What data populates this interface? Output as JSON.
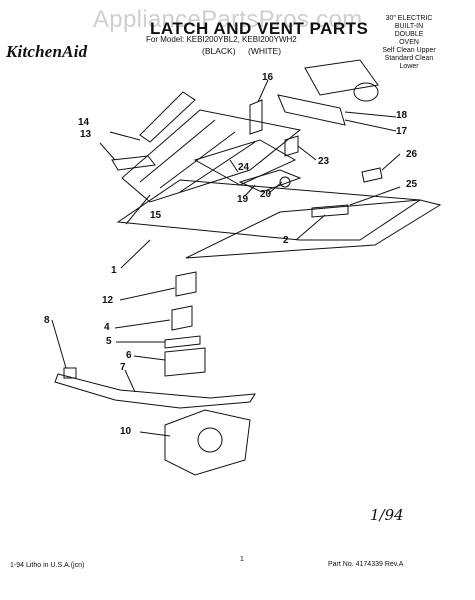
{
  "watermark": "AppliancePartsPros.com",
  "brand": "KitchenAid",
  "title": "LATCH AND VENT PARTS",
  "model_line": "For Model: KEBI200YBL2, KEBI200YWH2",
  "color_black": "(BLACK)",
  "color_white": "(WHITE)",
  "side_note": [
    "30\" ELECTRIC",
    "BUILT-IN",
    "DOUBLE",
    "OVEN",
    "Self Clean Upper",
    "Standard Clean",
    "Lower"
  ],
  "footer_left": "1-94  Litho in U.S.A.(jcn)",
  "page_number": "1",
  "footer_right": "Part No. 4174339 Rev.A",
  "handwritten_date": "1/94",
  "callouts": [
    "1",
    "2",
    "4",
    "5",
    "6",
    "7",
    "8",
    "10",
    "12",
    "13",
    "14",
    "15",
    "16",
    "17",
    "18",
    "19",
    "20",
    "23",
    "24",
    "25",
    "26"
  ],
  "colors": {
    "ink": "#111111",
    "watermark": "#cfcfcf",
    "paper": "#ffffff"
  }
}
